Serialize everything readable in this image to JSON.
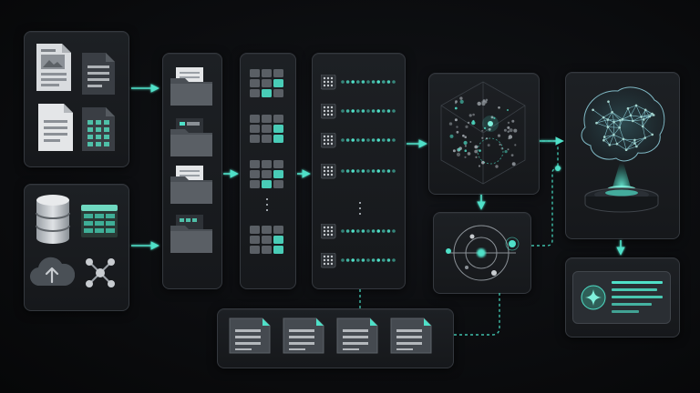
{
  "colors": {
    "accent": "#4fe0c8",
    "accent_dim": "#2b8f7f",
    "panel": "#1b1e22",
    "panel_border": "#34383e",
    "icon_light": "#e4e6e8",
    "icon_dark": "#3a3e44"
  },
  "diagram": {
    "stages": [
      {
        "id": "data-sources",
        "icons": [
          "document-image-icon",
          "document-text-icon",
          "document-page-icon",
          "spreadsheet-doc-icon",
          "database-icon",
          "table-grid-icon",
          "cloud-upload-icon",
          "network-graph-icon"
        ]
      },
      {
        "id": "folder-ingestion",
        "icons": [
          "folder-icon",
          "folder-icon",
          "folder-icon",
          "folder-icon"
        ]
      },
      {
        "id": "chunking",
        "icons": [
          "grid-block-icon",
          "grid-block-icon",
          "grid-block-icon",
          "grid-block-icon"
        ]
      },
      {
        "id": "embeddings",
        "icons": [
          "vector-row-icon",
          "vector-row-icon",
          "vector-row-icon",
          "vector-row-icon",
          "vector-row-icon",
          "vector-row-icon"
        ]
      },
      {
        "id": "vector-space",
        "icons": [
          "point-cloud-icon"
        ]
      },
      {
        "id": "retrieval",
        "icons": [
          "orbit-icon"
        ]
      },
      {
        "id": "language-model",
        "icons": [
          "ai-brain-icon"
        ]
      },
      {
        "id": "response",
        "icons": [
          "sparkle-icon"
        ]
      },
      {
        "id": "context-docs",
        "icons": [
          "document-icon",
          "document-icon",
          "document-icon",
          "document-icon"
        ]
      }
    ]
  }
}
